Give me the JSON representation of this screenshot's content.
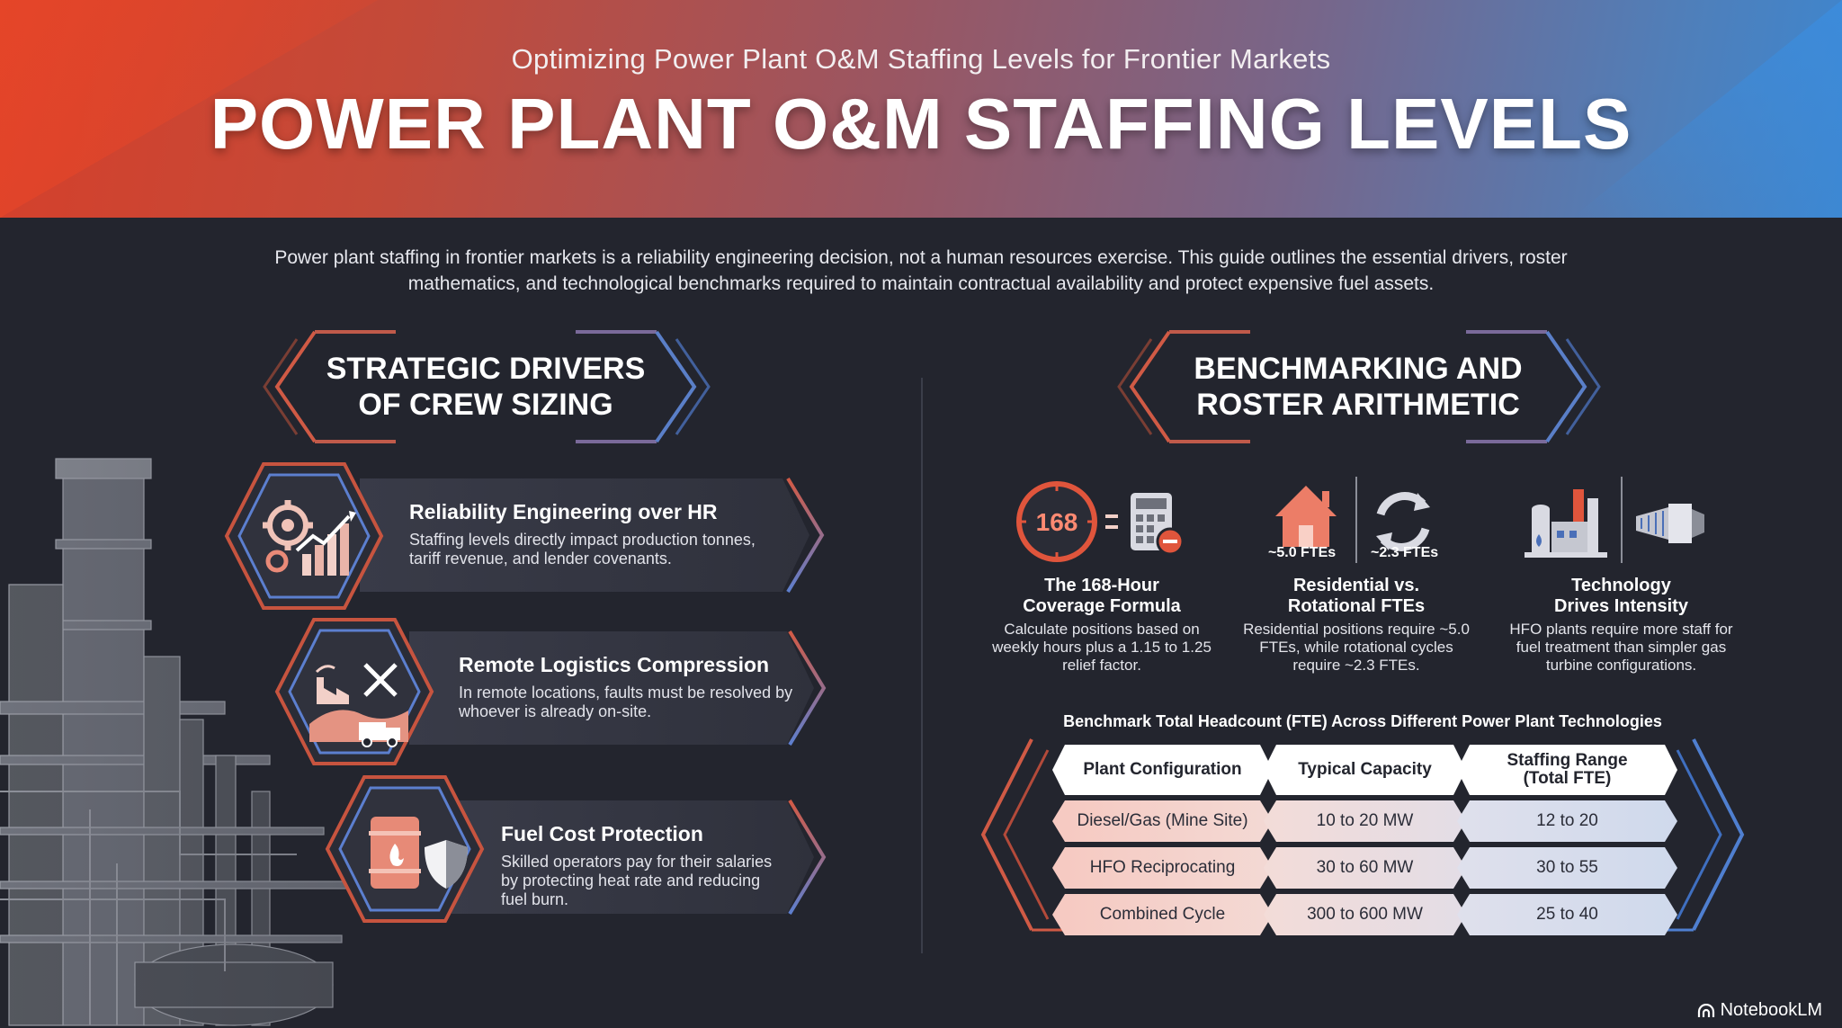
{
  "header": {
    "subtitle": "Optimizing Power Plant O&M Staffing Levels for Frontier Markets",
    "title": "POWER PLANT O&M STAFFING LEVELS"
  },
  "intro": "Power plant staffing in frontier markets is a reliability engineering decision, not a human resources exercise. This guide outlines the essential drivers, roster mathematics, and technological benchmarks required to maintain contractual availability and protect expensive fuel assets.",
  "left_section": {
    "heading_line1": "STRATEGIC DRIVERS",
    "heading_line2": "OF CREW SIZING",
    "drivers": [
      {
        "title": "Reliability Engineering over HR",
        "desc": "Staffing levels directly impact production tonnes, tariff revenue, and lender covenants.",
        "icon": "gear-chart-icon"
      },
      {
        "title": "Remote Logistics Compression",
        "desc": "In remote locations, faults must be resolved by whoever is already on-site.",
        "icon": "factory-truck-tools-icon"
      },
      {
        "title": "Fuel Cost Protection",
        "desc": "Skilled operators pay for their salaries by protecting heat rate and reducing fuel burn.",
        "icon": "fuel-barrel-shield-icon"
      }
    ]
  },
  "right_section": {
    "heading_line1": "BENCHMARKING AND",
    "heading_line2": "ROSTER ARITHMETIC",
    "clock_value": "168",
    "fte_residential": "~5.0 FTEs",
    "fte_rotational": "~2.3 FTEs",
    "benchmarks": [
      {
        "title_line1": "The 168-Hour",
        "title_line2": "Coverage Formula",
        "desc": "Calculate positions based on weekly hours plus a 1.15 to 1.25 relief factor."
      },
      {
        "title_line1": "Residential vs.",
        "title_line2": "Rotational FTEs",
        "desc": "Residential positions require ~5.0 FTEs, while rotational cycles require ~2.3 FTEs."
      },
      {
        "title_line1": "Technology",
        "title_line2": "Drives Intensity",
        "desc": "HFO plants require more staff for fuel treatment than simpler gas turbine configurations."
      }
    ],
    "table": {
      "title": "Benchmark Total Headcount (FTE) Across Different Power Plant Technologies",
      "headers": [
        "Plant Configuration",
        "Typical Capacity",
        "Staffing Range (Total FTE)"
      ],
      "rows": [
        [
          "Diesel/Gas (Mine Site)",
          "10 to 20 MW",
          "12 to 20"
        ],
        [
          "HFO Reciprocating",
          "30 to 60 MW",
          "30 to 55"
        ],
        [
          "Combined Cycle",
          "300 to 600 MW",
          "25 to 40"
        ]
      ]
    }
  },
  "branding": "NotebookLM",
  "colors": {
    "accent_red": "#e0553c",
    "accent_blue": "#4f7fd0",
    "background": "#23252e"
  }
}
